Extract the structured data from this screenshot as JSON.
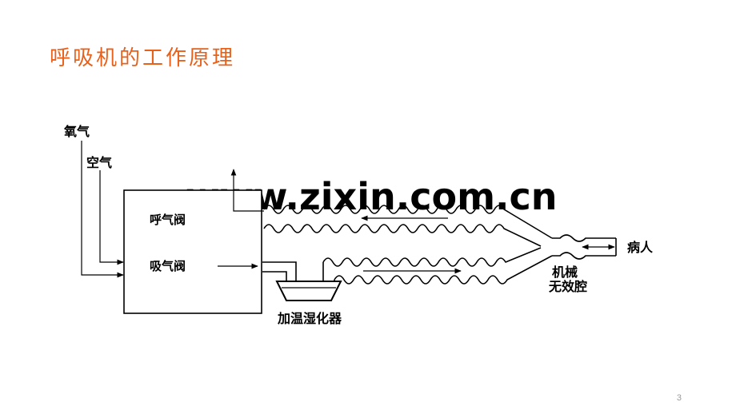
{
  "slide": {
    "title": "呼吸机的工作原理",
    "page_number": "3",
    "title_color": "#e8611a"
  },
  "watermark": "www.zixin.com.cn",
  "diagram": {
    "labels": {
      "oxygen": "氧气",
      "air": "空气",
      "exhalation_valve": "呼气阀",
      "inhalation_valve": "吸气阀",
      "humidifier": "加温湿化器",
      "patient": "病人",
      "dead_space_line1": "机械",
      "dead_space_line2": "无效腔"
    }
  }
}
